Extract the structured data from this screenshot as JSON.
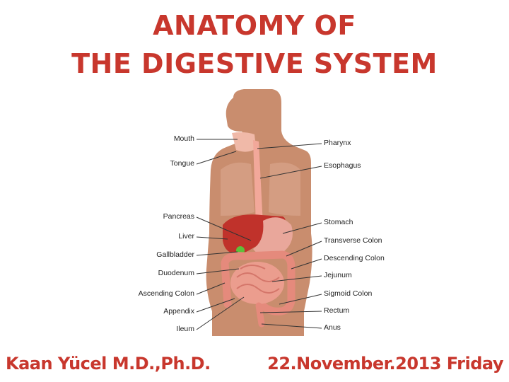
{
  "title": {
    "line1": "ANATOMY OF",
    "line2": "THE DIGESTIVE SYSTEM"
  },
  "labels_left": [
    "Mouth",
    "Tongue",
    "Pancreas",
    "Liver",
    "Gallbladder",
    "Duodenum",
    "Ascending Colon",
    "Appendix",
    "Ileum"
  ],
  "labels_right": [
    "Pharynx",
    "Esophagus",
    "Stomach",
    "Transverse Colon",
    "Descending Colon",
    "Jejunum",
    "Sigmoid Colon",
    "Rectum",
    "Anus"
  ],
  "footer": {
    "author": "Kaan Yücel M.D.,Ph.D.",
    "date": "22.November.2013 Friday"
  },
  "colors": {
    "title": "#c8372d",
    "body": "#c98d6e",
    "liver": "#c0322b",
    "intestine": "#e58a7c",
    "gallbladder": "#5fbf3a"
  }
}
